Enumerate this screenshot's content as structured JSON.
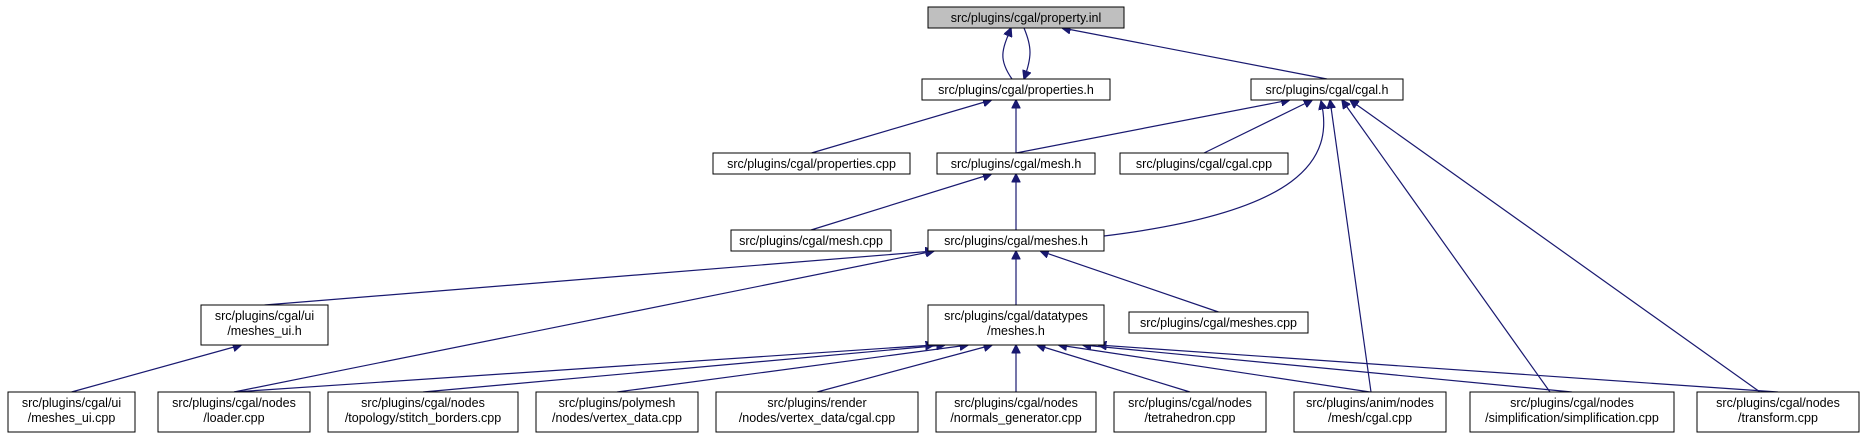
{
  "nodes": {
    "property_inl": {
      "lines": [
        "src/plugins/cgal/property.inl"
      ]
    },
    "properties_h": {
      "lines": [
        "src/plugins/cgal/properties.h"
      ]
    },
    "cgal_h": {
      "lines": [
        "src/plugins/cgal/cgal.h"
      ]
    },
    "properties_cpp": {
      "lines": [
        "src/plugins/cgal/properties.cpp"
      ]
    },
    "mesh_h": {
      "lines": [
        "src/plugins/cgal/mesh.h"
      ]
    },
    "cgal_cpp": {
      "lines": [
        "src/plugins/cgal/cgal.cpp"
      ]
    },
    "mesh_cpp": {
      "lines": [
        "src/plugins/cgal/mesh.cpp"
      ]
    },
    "meshes_h": {
      "lines": [
        "src/plugins/cgal/meshes.h"
      ]
    },
    "ui_meshes_ui_h": {
      "lines": [
        "src/plugins/cgal/ui",
        "/meshes_ui.h"
      ]
    },
    "datatypes_meshes_h": {
      "lines": [
        "src/plugins/cgal/datatypes",
        "/meshes.h"
      ]
    },
    "meshes_cpp": {
      "lines": [
        "src/plugins/cgal/meshes.cpp"
      ]
    },
    "ui_meshes_ui_cpp": {
      "lines": [
        "src/plugins/cgal/ui",
        "/meshes_ui.cpp"
      ]
    },
    "nodes_loader_cpp": {
      "lines": [
        "src/plugins/cgal/nodes",
        "/loader.cpp"
      ]
    },
    "nodes_stitch_borders_cpp": {
      "lines": [
        "src/plugins/cgal/nodes",
        "/topology/stitch_borders.cpp"
      ]
    },
    "polymesh_vertex_data_cpp": {
      "lines": [
        "src/plugins/polymesh",
        "/nodes/vertex_data.cpp"
      ]
    },
    "render_vertex_data_cgal_cpp": {
      "lines": [
        "src/plugins/render",
        "/nodes/vertex_data/cgal.cpp"
      ]
    },
    "nodes_normals_generator_cpp": {
      "lines": [
        "src/plugins/cgal/nodes",
        "/normals_generator.cpp"
      ]
    },
    "nodes_tetrahedron_cpp": {
      "lines": [
        "src/plugins/cgal/nodes",
        "/tetrahedron.cpp"
      ]
    },
    "anim_mesh_cgal_cpp": {
      "lines": [
        "src/plugins/anim/nodes",
        "/mesh/cgal.cpp"
      ]
    },
    "nodes_simplification_cpp": {
      "lines": [
        "src/plugins/cgal/nodes",
        "/simplification/simplification.cpp"
      ]
    },
    "nodes_transform_cpp": {
      "lines": [
        "src/plugins/cgal/nodes",
        "/transform.cpp"
      ]
    }
  },
  "edges": [
    {
      "from": "properties_h",
      "to": "property_inl"
    },
    {
      "from": "property_inl",
      "to": "properties_h"
    },
    {
      "from": "cgal_h",
      "to": "property_inl"
    },
    {
      "from": "properties_cpp",
      "to": "properties_h"
    },
    {
      "from": "mesh_h",
      "to": "properties_h"
    },
    {
      "from": "mesh_h",
      "to": "cgal_h"
    },
    {
      "from": "cgal_cpp",
      "to": "cgal_h"
    },
    {
      "from": "meshes_h",
      "to": "cgal_h"
    },
    {
      "from": "anim_mesh_cgal_cpp",
      "to": "cgal_h"
    },
    {
      "from": "nodes_simplification_cpp",
      "to": "cgal_h"
    },
    {
      "from": "nodes_transform_cpp",
      "to": "cgal_h"
    },
    {
      "from": "mesh_cpp",
      "to": "mesh_h"
    },
    {
      "from": "meshes_h",
      "to": "mesh_h"
    },
    {
      "from": "ui_meshes_ui_h",
      "to": "meshes_h"
    },
    {
      "from": "nodes_loader_cpp",
      "to": "meshes_h"
    },
    {
      "from": "datatypes_meshes_h",
      "to": "meshes_h"
    },
    {
      "from": "meshes_cpp",
      "to": "meshes_h"
    },
    {
      "from": "ui_meshes_ui_cpp",
      "to": "ui_meshes_ui_h"
    },
    {
      "from": "nodes_loader_cpp",
      "to": "datatypes_meshes_h"
    },
    {
      "from": "nodes_stitch_borders_cpp",
      "to": "datatypes_meshes_h"
    },
    {
      "from": "polymesh_vertex_data_cpp",
      "to": "datatypes_meshes_h"
    },
    {
      "from": "render_vertex_data_cgal_cpp",
      "to": "datatypes_meshes_h"
    },
    {
      "from": "nodes_normals_generator_cpp",
      "to": "datatypes_meshes_h"
    },
    {
      "from": "nodes_tetrahedron_cpp",
      "to": "datatypes_meshes_h"
    },
    {
      "from": "anim_mesh_cgal_cpp",
      "to": "datatypes_meshes_h"
    },
    {
      "from": "nodes_simplification_cpp",
      "to": "datatypes_meshes_h"
    },
    {
      "from": "nodes_transform_cpp",
      "to": "datatypes_meshes_h"
    }
  ],
  "colors": {
    "edge": "#191970",
    "root_fill": "#bfbfbf",
    "node_fill": "#ffffff",
    "border": "#000000"
  }
}
